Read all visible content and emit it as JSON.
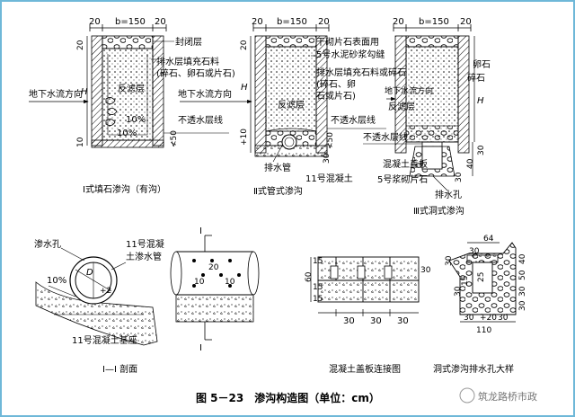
{
  "figure_caption": "图 5－23　渗沟构造图（单位：cm）",
  "watermark": "筑龙路桥市政",
  "panel1": {
    "title": "Ⅰ式填石渗沟（有沟）",
    "dim_left": "20",
    "dim_b": "b=150",
    "dim_right": "20",
    "dim_h": "H",
    "dim_20": "20",
    "dim_10": "10",
    "dim_50": "≮50",
    "label_seal": "封闭层",
    "label_drain1": "排水层填充石料",
    "label_drain2": "(碎石、卵石或片石)",
    "label_filter": "反滤层",
    "label_flow": "地下水流方向",
    "label_imperm": "不透水层线",
    "pct1": "10%",
    "pct2": "10%"
  },
  "panel2": {
    "title": "Ⅱ式管式渗沟",
    "dim_left": "20",
    "dim_b": "b=150",
    "dim_right": "20",
    "dim_h": "H",
    "dim_20": "20",
    "dim_10": "+10",
    "dim_30": "30",
    "dim_50": "≮50",
    "label_pave": "干砌片石表面用",
    "label_mortar": "5号水泥砂浆勾缝",
    "label_drain1": "排水层填充石料或碎石",
    "label_drain2": "(碎石、卵",
    "label_drain3": "石或片石)",
    "label_flow": "地下水流方向",
    "label_filter": "反滤层",
    "label_imperm": "不透水层线",
    "label_pipe": "排水管",
    "label_concrete": "11号混凝土"
  },
  "panel3": {
    "title": "Ⅲ式洞式渗沟",
    "dim_left": "20",
    "dim_b": "b=150",
    "dim_right": "20",
    "dim_h": "H",
    "dim_30a": "30",
    "dim_40": "40",
    "dim_30b": "30",
    "label_pebble": "卵石",
    "label_gravel": "碎石",
    "label_flow": "地下水流方向",
    "label_filter": "反滤层",
    "label_imperm": "不透水层线",
    "label_cover": "混凝土盖板",
    "label_mortar_stone": "5号浆砌片石",
    "label_hole": "排水孔"
  },
  "panel4": {
    "title": "Ⅰ—Ⅰ 剖面",
    "label_seep": "渗水孔",
    "label_pipe1": "11号混凝",
    "label_pipe2": "土渗水管",
    "label_base": "11号混凝土基座",
    "label_d": "D",
    "label_plus2": "+2",
    "pct": "10%",
    "sect_mark_top": "I",
    "sect_mark_bot": "I",
    "dim_20": "20",
    "dim_10a": "10",
    "dim_10b": "10"
  },
  "panel5": {
    "title": "混凝土盖板连接图",
    "dim_60": "60",
    "dim_15a": "15",
    "dim_15b": "15",
    "dim_15c": "15",
    "dim_30": "30",
    "dims_bottom": [
      "30",
      "30",
      "30"
    ]
  },
  "panel6": {
    "title": "洞式渗沟排水孔大样",
    "dim_64": "64",
    "dim_30a": "30",
    "dim_30b": "30",
    "dim_40": "40",
    "dim_50": "50",
    "dim_30c": "30",
    "dim_15": "15",
    "dim_25": "25",
    "dim_30d": "30",
    "dim_110": "110",
    "dim_30e": "30",
    "dim_30f": "30",
    "dim_plus20": "+20",
    "dim_30g": "30"
  }
}
